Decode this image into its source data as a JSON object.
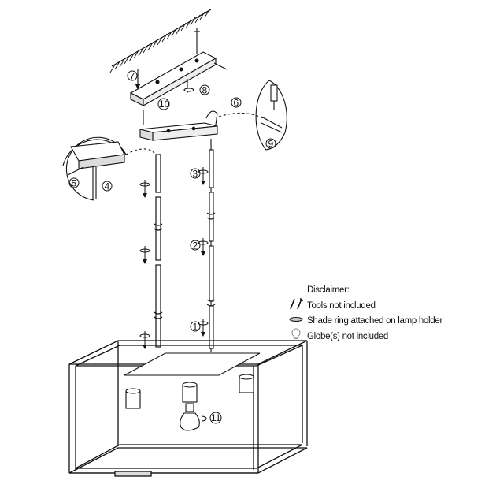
{
  "steps": [
    "1",
    "2",
    "3",
    "4",
    "5",
    "6",
    "7",
    "8",
    "9",
    "10",
    "11"
  ],
  "legend": {
    "title": "Disclaimer:",
    "items": [
      {
        "icon": "tools-icon",
        "text": "Tools not included"
      },
      {
        "icon": "shade-ring-icon",
        "text": "Shade ring attached on lamp holder"
      },
      {
        "icon": "bulb-icon",
        "text": "Globe(s) not included"
      }
    ]
  },
  "colors": {
    "line": "#1a1a1a",
    "background": "#ffffff"
  }
}
